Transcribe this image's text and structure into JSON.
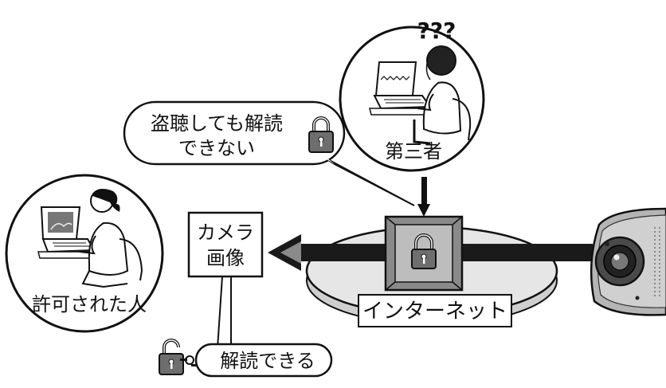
{
  "labels": {
    "third_party": "第三者",
    "question_marks": "???",
    "authorized_person": "許可された人",
    "camera_image_line1": "カメラ",
    "camera_image_line2": "画像",
    "internet": "インターネット",
    "eavesdrop_line1": "盗聴しても解読",
    "eavesdrop_line2": "できない",
    "can_decode": "解読できる"
  },
  "colors": {
    "ink": "#111111",
    "arrow": "#1a1a1a",
    "disk_fill": "#e6e6e6",
    "lock_box": "#8a8a8a",
    "lock_box_light": "#bdbdbd",
    "lock_body": "#6e6e6e"
  }
}
